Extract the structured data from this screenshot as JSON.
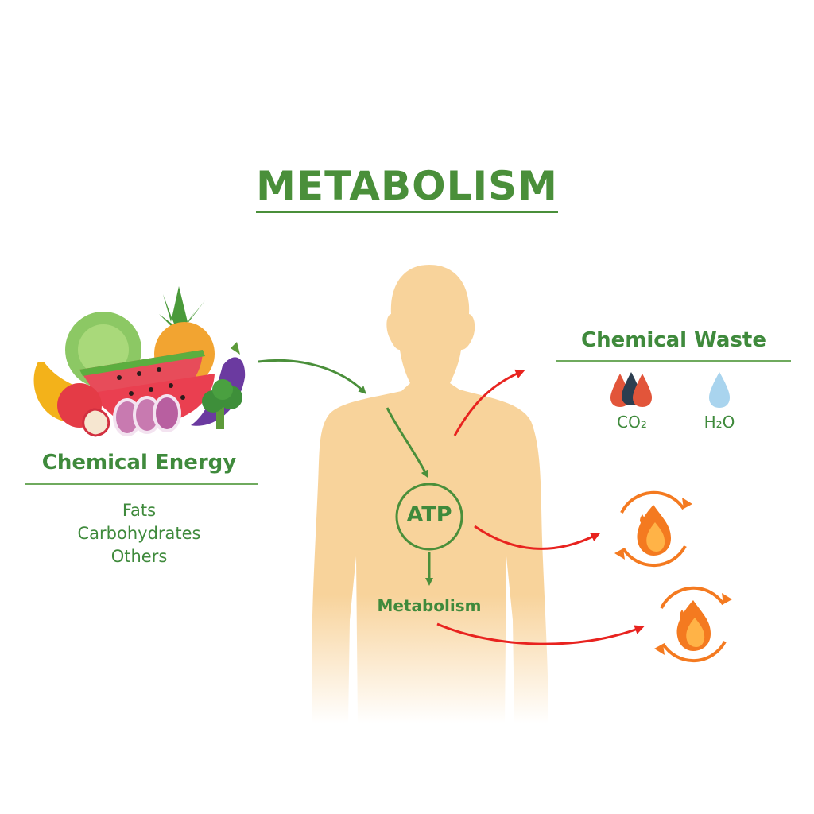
{
  "title": "METABOLISM",
  "input": {
    "heading": "Chemical Energy",
    "items": [
      "Fats",
      "Carbohydrates",
      "Others"
    ],
    "icon": "fruits-vegetables-icon"
  },
  "body": {
    "atp_label": "ATP",
    "process_label": "Metabolism"
  },
  "output": {
    "heading": "Chemical Waste",
    "co2_label": "CO₂",
    "h2o_label": "H₂O",
    "energy_icons": [
      "heat-flame-cycle-icon",
      "heat-flame-cycle-icon"
    ]
  },
  "colors": {
    "title_green": "#4a8f3a",
    "arrow_green": "#4a8f3a",
    "arrow_red": "#e8231f",
    "body_skin": "#f8d39b",
    "flame_orange": "#f47a20",
    "water_blue": "#a9d4ee"
  }
}
